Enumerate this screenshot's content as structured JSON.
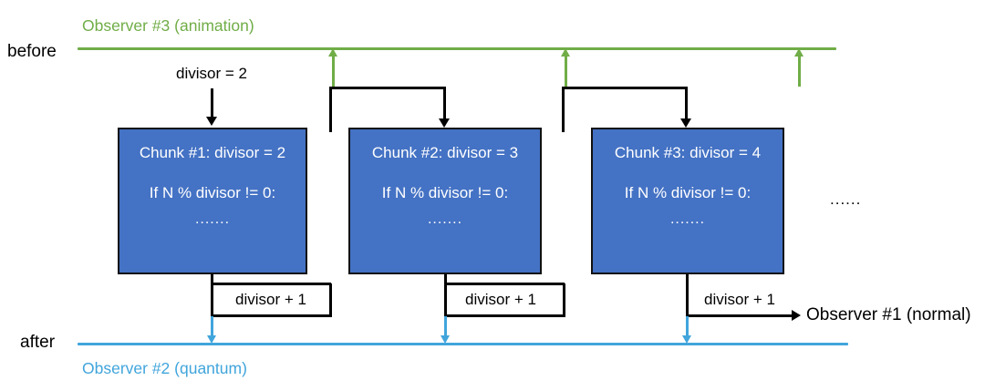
{
  "diagram": {
    "title_implicit": "Chunked divisor loop across observers",
    "colors": {
      "green_timeline": "#70AD47",
      "blue_timeline": "#41A5DC",
      "chunk_fill": "#4472C4",
      "chunk_border": "#111111",
      "text_black": "#000000"
    },
    "side_labels": {
      "before": "before",
      "after": "after"
    },
    "observers": [
      {
        "id": "observer-3",
        "label": "Observer #3 (animation)",
        "color": "#70AD47"
      },
      {
        "id": "observer-2",
        "label": "Observer #2 (quantum)",
        "color": "#41A5DC"
      },
      {
        "id": "observer-1",
        "label": "Observer #1 (normal)",
        "color": "#000000"
      }
    ],
    "entry_label": "divisor = 2",
    "chunks": [
      {
        "title": "Chunk #1: divisor = 2",
        "body": "If N % divisor != 0:",
        "dots": ".......",
        "exit_label": "divisor + 1"
      },
      {
        "title": "Chunk #2: divisor = 3",
        "body": "If N % divisor != 0:",
        "dots": ".......",
        "exit_label": "divisor + 1"
      },
      {
        "title": "Chunk #3: divisor = 4",
        "body": "If N % divisor != 0:",
        "dots": ".......",
        "exit_label": "divisor + 1"
      }
    ],
    "continuation_ellipsis": "......"
  }
}
